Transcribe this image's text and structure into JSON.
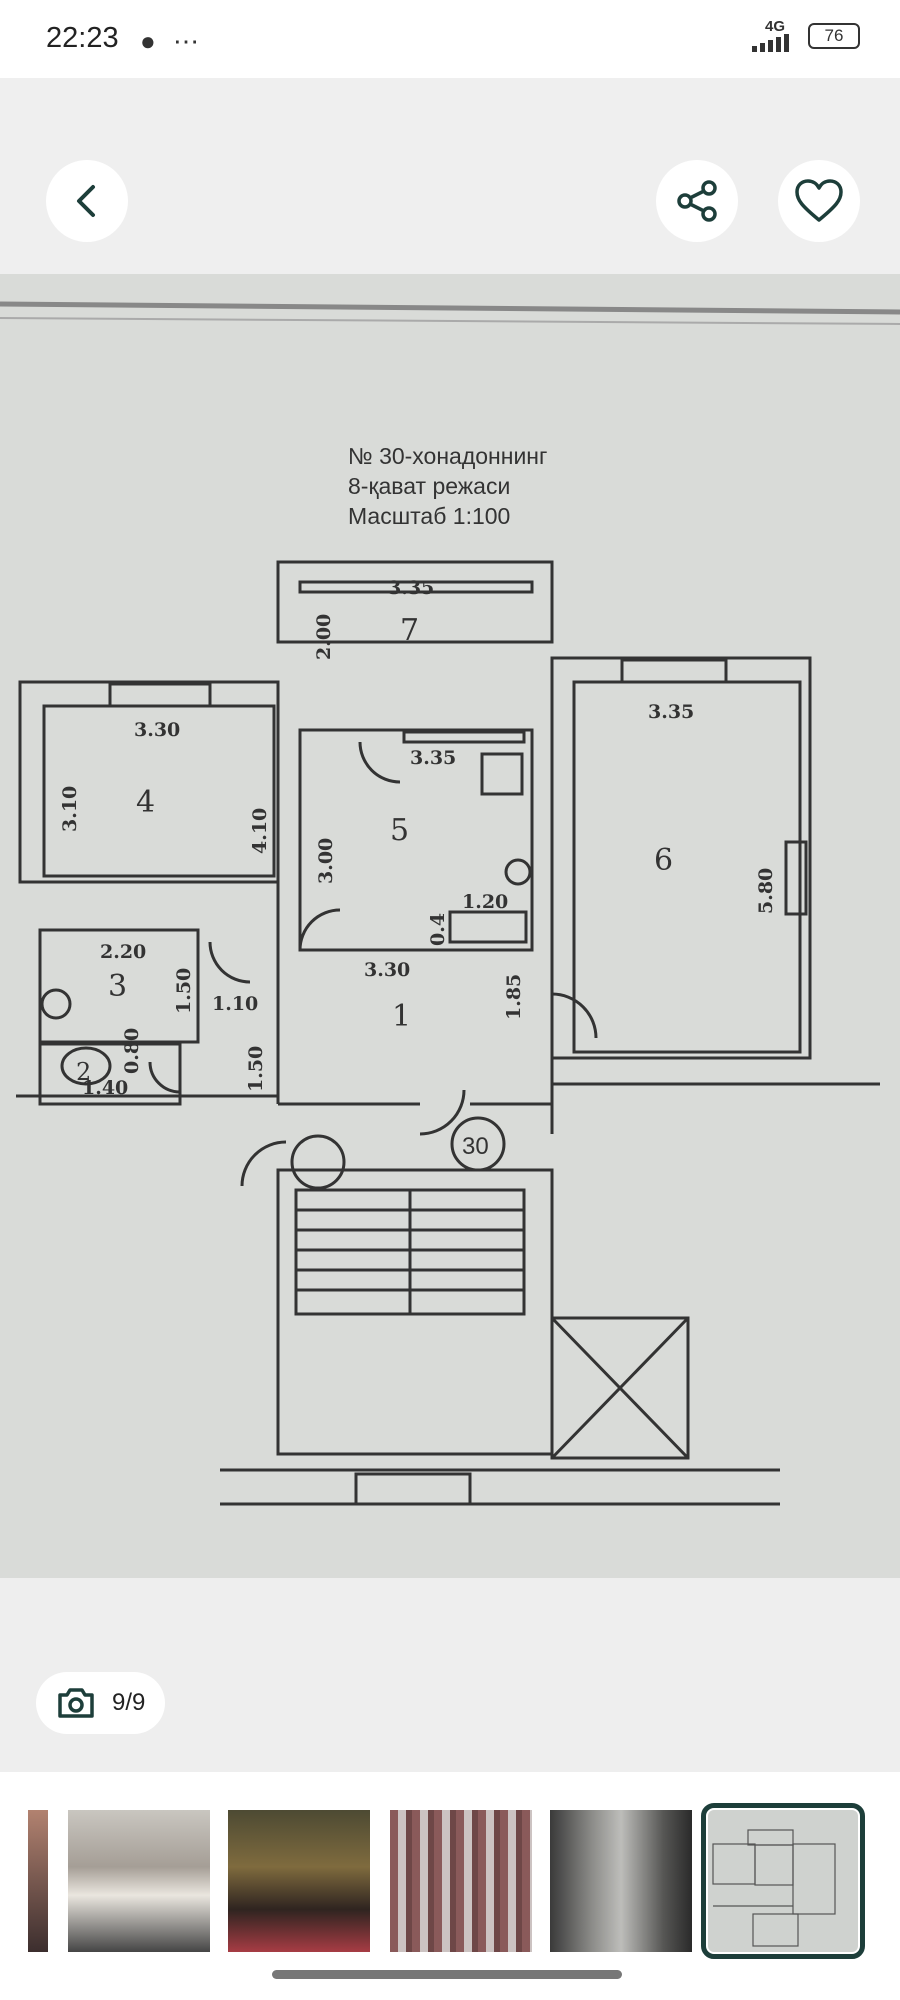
{
  "status": {
    "time": "22:23",
    "network": "4G",
    "battery": "76"
  },
  "plan": {
    "title_line1": "№ 30-хонадоннинг",
    "title_line2": "8-қават режаси",
    "title_line3": "Масштаб 1:100",
    "rooms": [
      "1",
      "2",
      "3",
      "4",
      "5",
      "6",
      "7"
    ],
    "apartment_number": "30",
    "dimensions": {
      "r7_width": "3.35",
      "r7_height": "2.00",
      "r4_width": "3.30",
      "r4_left": "3.10",
      "r4_right": "4.10",
      "r5_width": "3.35",
      "r5_height": "3.00",
      "r5_niche": "1.20",
      "r5_gap": "0.4",
      "r6_width": "3.35",
      "r6_height": "5.80",
      "r3_width": "2.20",
      "r3_height": "1.50",
      "r2_width": "1.40",
      "r2_height": "0.80",
      "hall_width": "3.30",
      "hall_height": "1.85",
      "door_width": "1.10",
      "corridor": "1.50"
    }
  },
  "gallery": {
    "counter": "9/9"
  }
}
